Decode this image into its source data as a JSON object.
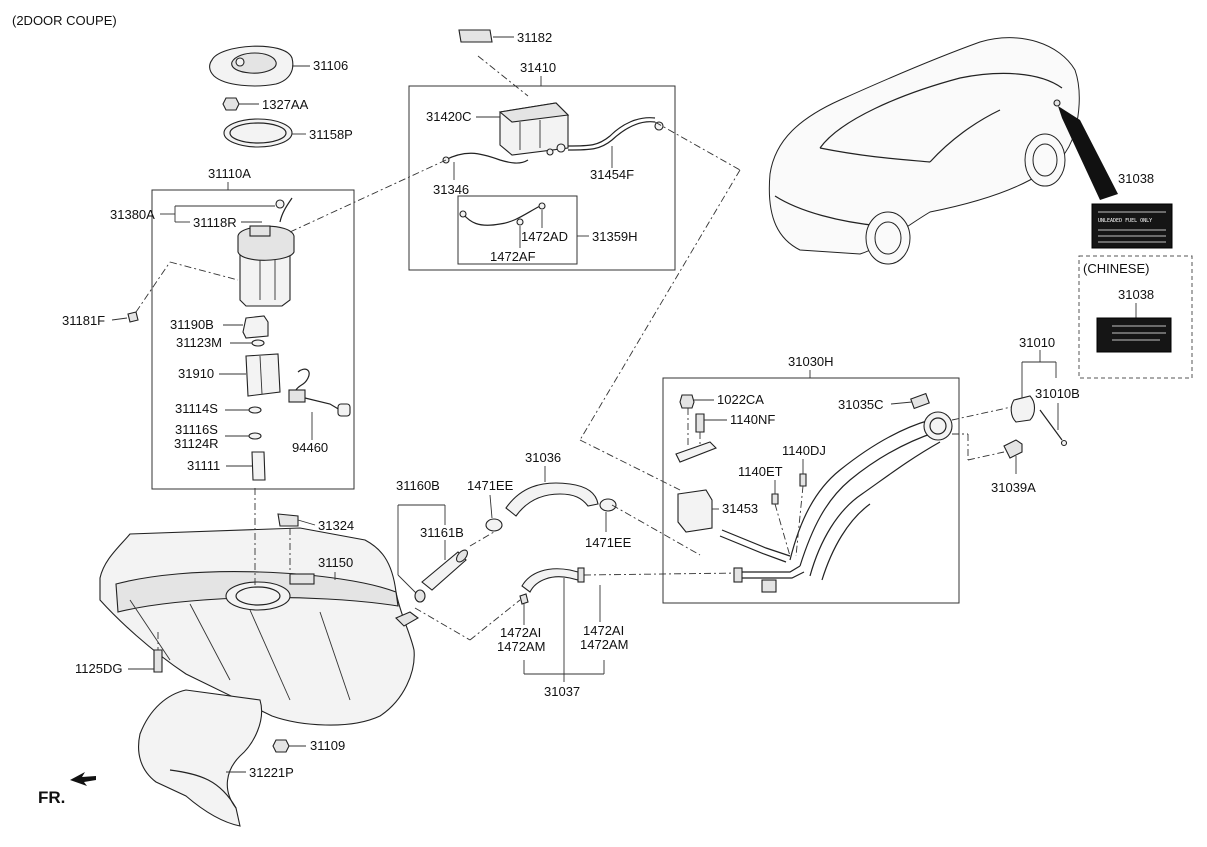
{
  "header": {
    "variant_label": "(2DOOR COUPE)"
  },
  "direction_marker": {
    "label": "FR."
  },
  "labels": {
    "p31182": "31182",
    "p31410": "31410",
    "p31420C": "31420C",
    "p31346": "31346",
    "p31454F": "31454F",
    "p1472AD": "1472AD",
    "p31359H": "31359H",
    "p1472AF": "1472AF",
    "p31106": "31106",
    "p1327AA": "1327AA",
    "p31158P": "31158P",
    "p31110A": "31110A",
    "p31380A": "31380A",
    "p31118R": "31118R",
    "p31181F": "31181F",
    "p31190B": "31190B",
    "p31123M": "31123M",
    "p31910": "31910",
    "p31114S": "31114S",
    "p31116S": "31116S",
    "p31124R": "31124R",
    "p94460": "94460",
    "p31111": "31111",
    "p31324": "31324",
    "p31150": "31150",
    "p1125DG": "1125DG",
    "p31109": "31109",
    "p31221P": "31221P",
    "p31160B": "31160B",
    "p1471EE_a": "1471EE",
    "p31161B": "31161B",
    "p31036": "31036",
    "p1471EE_b": "1471EE",
    "p1472AI_a": "1472AI",
    "p1472AM_a": "1472AM",
    "p1472AI_b": "1472AI",
    "p1472AM_b": "1472AM",
    "p31037": "31037",
    "p31030H": "31030H",
    "p1022CA": "1022CA",
    "p1140NF": "1140NF",
    "p31035C": "31035C",
    "p1140DJ": "1140DJ",
    "p1140ET": "1140ET",
    "p31453": "31453",
    "p31038": "31038",
    "chinese_label": "(CHINESE)",
    "p31038_cn": "31038",
    "p31010": "31010",
    "p31010B": "31010B",
    "p31039A": "31039A"
  },
  "fuel_label_decal": {
    "lines": [
      "UNLEADED FUEL ONLY"
    ]
  }
}
